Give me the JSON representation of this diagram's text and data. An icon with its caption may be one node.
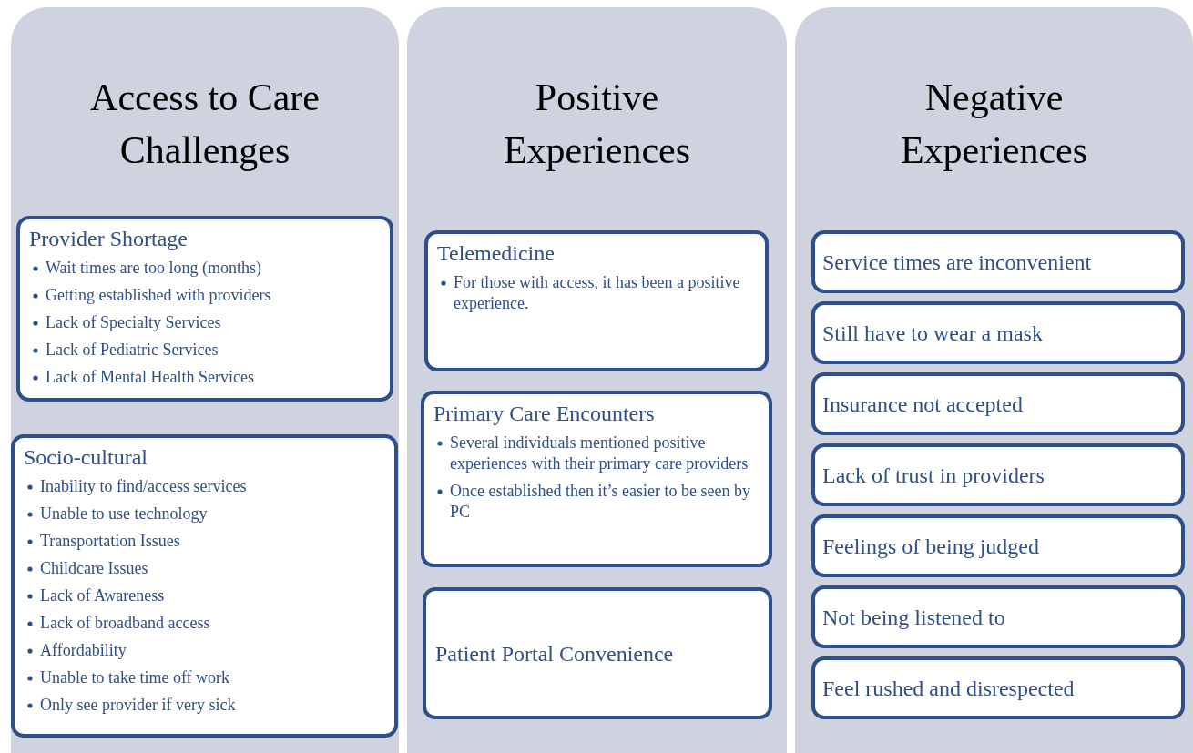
{
  "diagram": {
    "nodes": [
      {
        "text": [
          "Access to Care Challenges"
        ]
      },
      {
        "text": [
          "Provider Shortage",
          "Wait times are too long (months)",
          "Getting established with providers",
          "Lack of Specialty Services",
          "Lack of Pediatric Services",
          "Lack of Mental Health Services"
        ],
        "in": 0
      },
      {
        "text": [
          "Socio-cultural",
          "Inability to find/access services",
          "Unable to use technology",
          "Transportation Issues",
          "Childcare Issues",
          "Lack of Awareness",
          "Lack of broadband access",
          "Affordability",
          "Unable to take time off work",
          "Only see provider if very sick"
        ],
        "in": 0
      },
      {
        "text": [
          "Positive Experiences"
        ]
      },
      {
        "text": [
          "Telemedicine",
          "For those with access, it has been a positive experience."
        ],
        "in": 3
      },
      {
        "text": [
          "Primary Care Encounters",
          "Several individuals mentioned positive experiences with their primary care providers",
          "Once established then it’s easier to be seen by PC"
        ],
        "in": 3
      },
      {
        "text": [
          "Patient Portal Convenience"
        ],
        "in": 3
      },
      {
        "text": [
          "Negative Experiences"
        ]
      },
      {
        "text": [
          "Service times are inconvenient"
        ],
        "in": 7
      },
      {
        "text": [
          "Still have to wear a mask"
        ],
        "in": 7
      },
      {
        "text": [
          "Insurance not accepted"
        ],
        "in": 7
      },
      {
        "text": [
          "Lack of trust in providers"
        ],
        "in": 7
      },
      {
        "text": [
          "Feelings of being judged"
        ],
        "in": 7
      },
      {
        "text": [
          "Not being listened to"
        ],
        "in": 7
      },
      {
        "text": [
          "Feel rushed and disrespected"
        ],
        "in": 7
      }
    ]
  }
}
